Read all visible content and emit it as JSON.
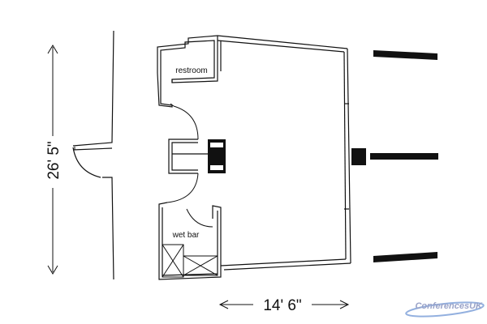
{
  "plan": {
    "rooms": {
      "restroom": "restroom",
      "wet_bar": "wet bar"
    },
    "dimensions": {
      "height": "26' 5\"",
      "width": "14' 6\""
    }
  },
  "watermark": {
    "text": "ConferencesUK"
  },
  "colors": {
    "line": "#111111",
    "watermark": "#9aa3c8",
    "watermark_swoosh": "#3a6fc4"
  }
}
